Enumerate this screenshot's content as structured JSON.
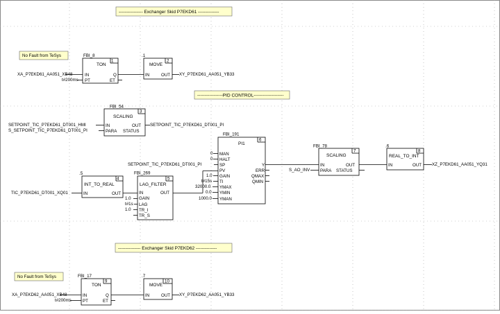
{
  "banners": {
    "skid1": "---------------- Exchanger Skid   P7EKD61 --------------",
    "pid": "-----------------PID CONTROL--------------------",
    "skid2": "--------------- Exchanger Skid   P7EKD62 --------------"
  },
  "notes": {
    "fault1": "No Fault from TeSys",
    "fault2": "No Fault from TeSys"
  },
  "blocks": {
    "ton1": {
      "inst": "FBI_8",
      "num": "1",
      "title": "TON",
      "in": [
        "IN",
        "PT"
      ],
      "out": [
        "Q",
        "ET"
      ]
    },
    "move1": {
      "inst": ".1",
      "num": "2",
      "title": "MOVE",
      "in": [
        "IN"
      ],
      "out": [
        "OUT"
      ]
    },
    "scaling1": {
      "inst": "FBI_54",
      "num": "3",
      "title": "SCALING",
      "in": [
        "IN",
        "PARA"
      ],
      "out": [
        "OUT",
        "STATUS"
      ]
    },
    "int_to_real": {
      "inst": ".5",
      "num": "4",
      "title": "INT_TO_REAL",
      "in": [
        "IN"
      ],
      "out": [
        "OUT"
      ]
    },
    "lag_filter": {
      "inst": "FBI_269",
      "num": "5",
      "title": "LAG_FILTER",
      "in": [
        "IN",
        "GAIN",
        "LAG",
        "TR_I",
        "TR_S"
      ],
      "out": [
        "OUT"
      ]
    },
    "pi1": {
      "inst": "FBI_191",
      "num": "6",
      "title": "PI1",
      "in": [
        "MAN",
        "HALT",
        "SP",
        "PV",
        "GAIN",
        "TI",
        "YMAX",
        "YMIN",
        "YMAN"
      ],
      "out": [
        "Y",
        "ERR",
        "QMAX",
        "QMIN"
      ]
    },
    "scaling2": {
      "inst": "FBI_78",
      "num": "7",
      "title": "SCALING",
      "in": [
        "IN",
        "PARA"
      ],
      "out": [
        "OUT",
        "STATUS"
      ]
    },
    "real_to_int": {
      "inst": ".6",
      "num": "8",
      "title": "REAL_TO_INT",
      "in": [
        "IN"
      ],
      "out": [
        "OUT"
      ]
    },
    "ton2": {
      "inst": "FBI_17",
      "num": "9",
      "title": "TON",
      "in": [
        "IN",
        "PT"
      ],
      "out": [
        "Q",
        "ET"
      ]
    },
    "move2": {
      "inst": ".7",
      "num": "10",
      "title": "MOVE",
      "in": [
        "IN"
      ],
      "out": [
        "OUT"
      ]
    }
  },
  "vars": {
    "xa61": "XA_P7EKD61_AA051_XB48",
    "t200a": "t#200ms",
    "xy61": "XY_P7EKD61_AA051_YB33",
    "sp_hmi": "SETPOINT_TIC_P7EKD61_DT001_HMI",
    "s_sp_pi": "S_SETPOINT_TIC_P7EKD61_DT001_PI",
    "sp_pi_out": "SETPOINT_TIC_P7EKD61_DT001_PI",
    "sp_pi_in": "SETPOINT_TIC_P7EKD61_DT001_PI",
    "tic_xq": "TIC_P7EKD61_DT001_XQ01",
    "gain_lag": "1.0",
    "lag_t": "t#1s",
    "tr_i": "1.0",
    "man": "0",
    "halt": "0",
    "pi_gain": "1.0",
    "pi_ti": "t#15s",
    "ymax": "32000.0",
    "ymin": "0.0",
    "yman": "1000.0",
    "s_ao_inv": "S_AO_INV",
    "xz61": "XZ_P7EKD61_AA051_YQ31",
    "xa62": "XA_P7EKD62_AA051_XB48",
    "t200b": "t#200ms",
    "xy62": "XY_P7EKD62_AA051_YB33"
  }
}
